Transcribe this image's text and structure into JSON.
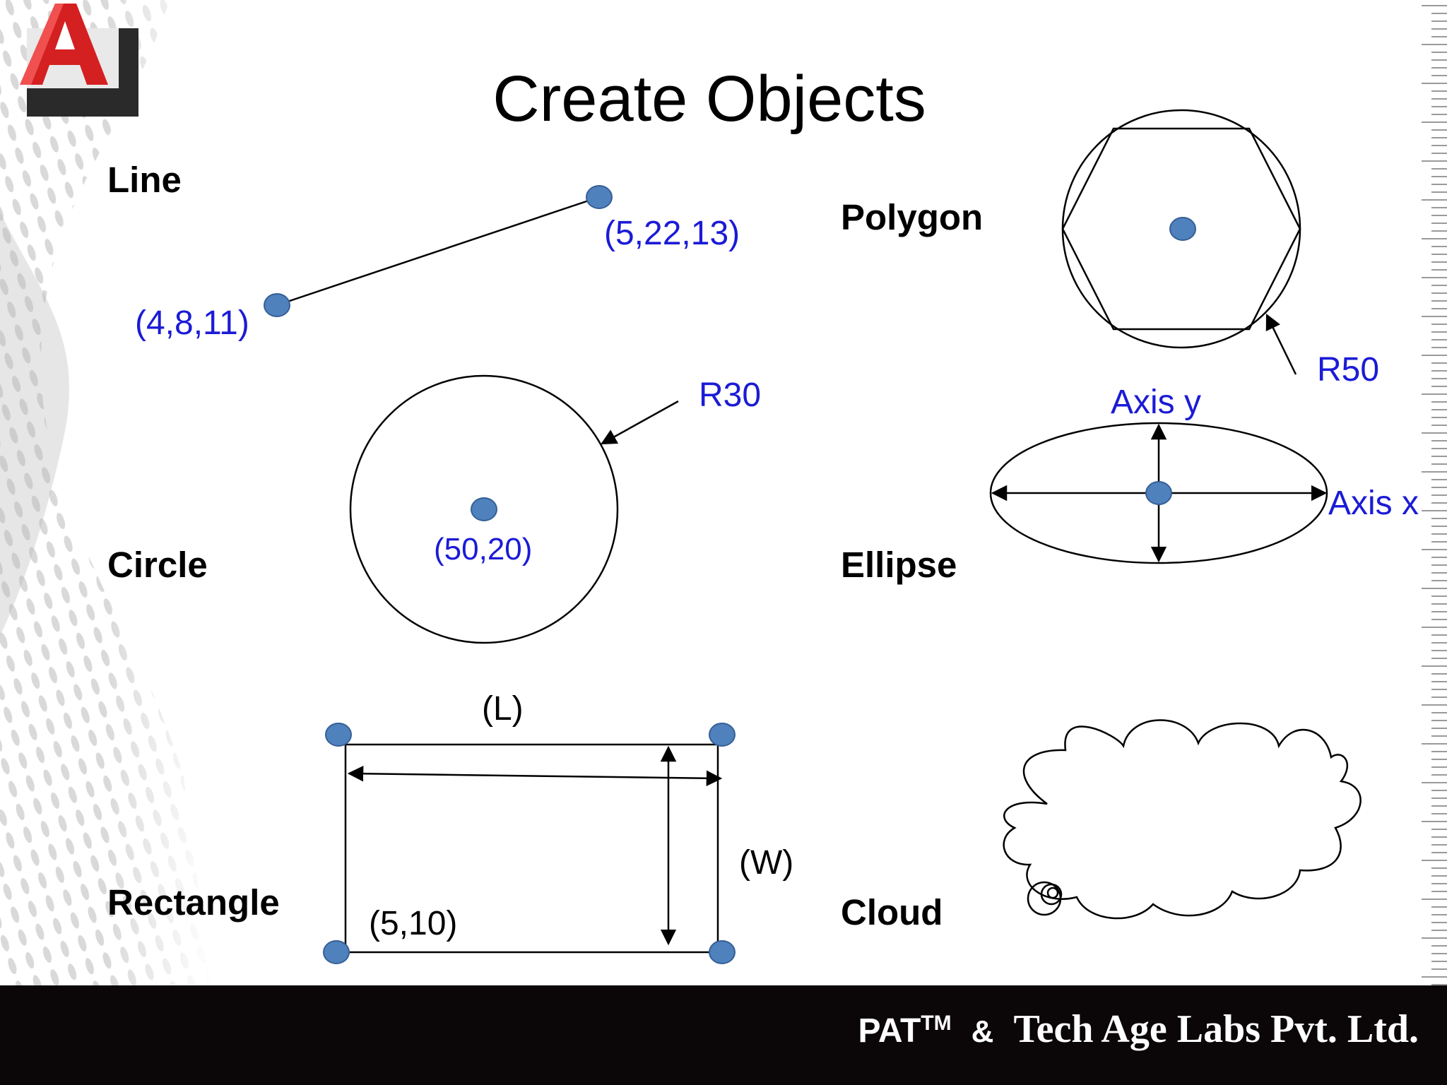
{
  "title": "Create Objects",
  "shapes": {
    "line": {
      "label": "Line",
      "start_point": "(4,8,11)",
      "end_point": "(5,22,13)"
    },
    "circle": {
      "label": "Circle",
      "center": "(50,20)",
      "radius": "R30"
    },
    "rectangle": {
      "label": "Rectangle",
      "corner": "(5,10)",
      "length": "(L)",
      "width": "(W)"
    },
    "polygon": {
      "label": "Polygon",
      "radius": "R50"
    },
    "ellipse": {
      "label": "Ellipse",
      "axis_y": "Axis y",
      "axis_x": "Axis x"
    },
    "cloud": {
      "label": "Cloud"
    }
  },
  "footer": {
    "pat": "PAT",
    "tm": "TM",
    "ampersand": "&",
    "company": "Tech Age Labs Pvt. Ltd."
  },
  "colors": {
    "annotation_blue": "#1b1bd6",
    "point_fill": "#4f81bd",
    "footer_bg": "#0b0608",
    "logo_red": "#d42020"
  },
  "icons": {
    "logo": "autocad-logo-icon"
  }
}
